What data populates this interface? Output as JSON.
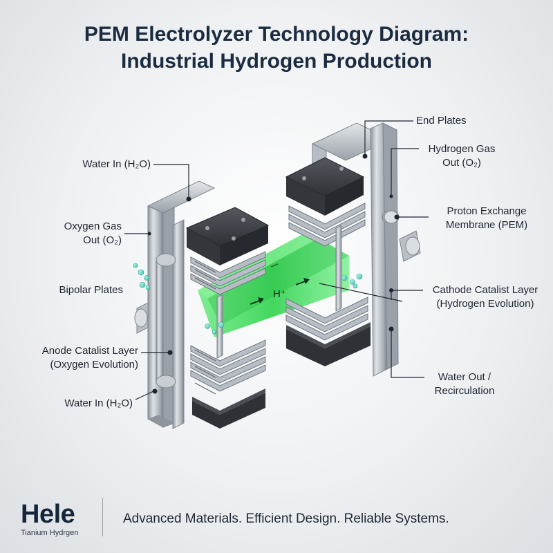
{
  "title": {
    "line1": "PEM Electrolyzer Technology Diagram:",
    "line2": "Industrial Hydrogen Production"
  },
  "labels": {
    "end_plates": "End Plates",
    "hydrogen_gas_out_line1": "Hydrogen Gas",
    "hydrogen_gas_out_line2": "Out (O₂)",
    "pem_line1": "Proton Exchange",
    "pem_line2": "Membrane (PEM)",
    "cathode_line1": "Cathode Catalist Layer",
    "cathode_line2": "(Hydrogen Evolution)",
    "water_out_line1": "Water Out /",
    "water_out_line2": "Recirculation",
    "water_in_top": "Water In (H₂O)",
    "oxygen_gas_out_line1": "Oxygen Gas",
    "oxygen_gas_out_line2": "Out (O₂)",
    "bipolar_plates": "Bipolar Plates",
    "anode_line1": "Anode Catalist Layer",
    "anode_line2": "(Oxygen Evolution)",
    "water_in_bottom": "Water In (H₂O)",
    "proton": "H⁺"
  },
  "footer": {
    "brand_name": "Hele",
    "brand_sub": "Tianium Hydrgen",
    "tagline": "Advanced Materials. Efficient Design. Reliable Systems."
  },
  "colors": {
    "title": "#1b2c40",
    "frame_steel": "#a9b0b8",
    "plate_dark": "#3a3d42",
    "membrane_green": "#3ddc5a",
    "leader_line": "#1d2530"
  }
}
